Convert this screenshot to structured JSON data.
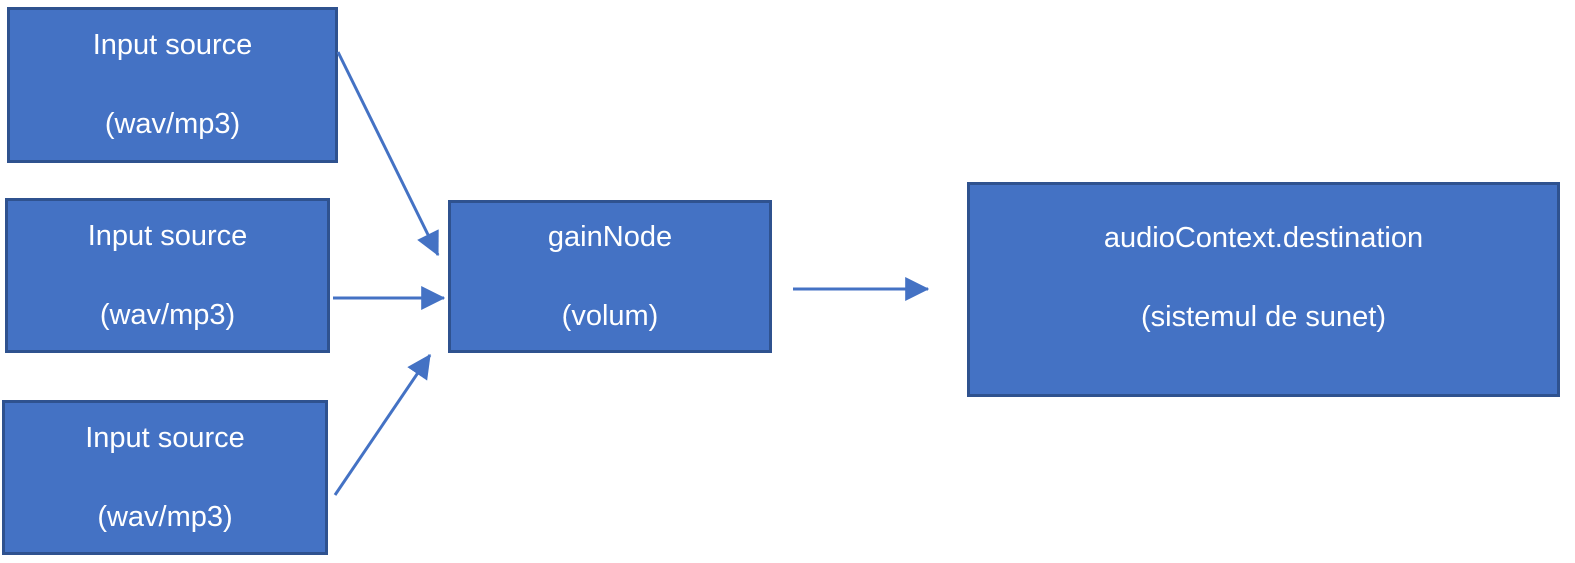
{
  "colors": {
    "node-fill": "#4472C4",
    "node-border": "#2F528F",
    "arrow": "#4472C4",
    "text": "#FFFFFF",
    "bg": "#FFFFFF"
  },
  "diagram": {
    "description": "Web Audio API routing diagram: three input sources feed a gain node which feeds the audio context destination",
    "nodes": {
      "input1": {
        "line1": "Input source",
        "line2": "(wav/mp3)"
      },
      "input2": {
        "line1": "Input source",
        "line2": "(wav/mp3)"
      },
      "input3": {
        "line1": "Input source",
        "line2": "(wav/mp3)"
      },
      "gain": {
        "line1": "gainNode",
        "line2": "(volum)"
      },
      "dest": {
        "line1": "audioContext.destination",
        "line2": "(sistemul de sunet)"
      }
    },
    "edges": [
      {
        "from": "input1",
        "to": "gain"
      },
      {
        "from": "input2",
        "to": "gain"
      },
      {
        "from": "input3",
        "to": "gain"
      },
      {
        "from": "gain",
        "to": "dest"
      }
    ]
  }
}
